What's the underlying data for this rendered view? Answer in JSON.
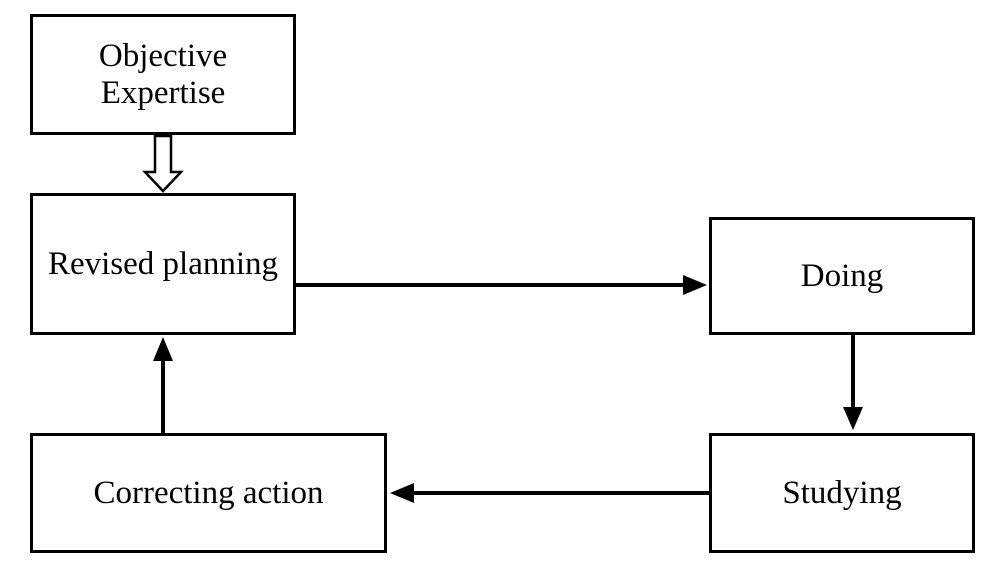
{
  "diagram": {
    "type": "flowchart",
    "background_color": "#ffffff",
    "stroke_color": "#000000",
    "nodes": [
      {
        "id": "objective-expertise",
        "label": "Objective Expertise"
      },
      {
        "id": "revised-planning",
        "label": "Revised planning"
      },
      {
        "id": "doing",
        "label": "Doing"
      },
      {
        "id": "studying",
        "label": "Studying"
      },
      {
        "id": "correcting-action",
        "label": "Correcting action"
      }
    ],
    "edges": [
      {
        "from": "objective-expertise",
        "to": "revised-planning",
        "style": "hollow-arrow",
        "direction": "down"
      },
      {
        "from": "revised-planning",
        "to": "doing",
        "style": "solid-arrow",
        "direction": "right"
      },
      {
        "from": "doing",
        "to": "studying",
        "style": "solid-arrow",
        "direction": "down"
      },
      {
        "from": "studying",
        "to": "correcting-action",
        "style": "solid-arrow",
        "direction": "left"
      },
      {
        "from": "correcting-action",
        "to": "revised-planning",
        "style": "solid-arrow",
        "direction": "up"
      }
    ]
  }
}
